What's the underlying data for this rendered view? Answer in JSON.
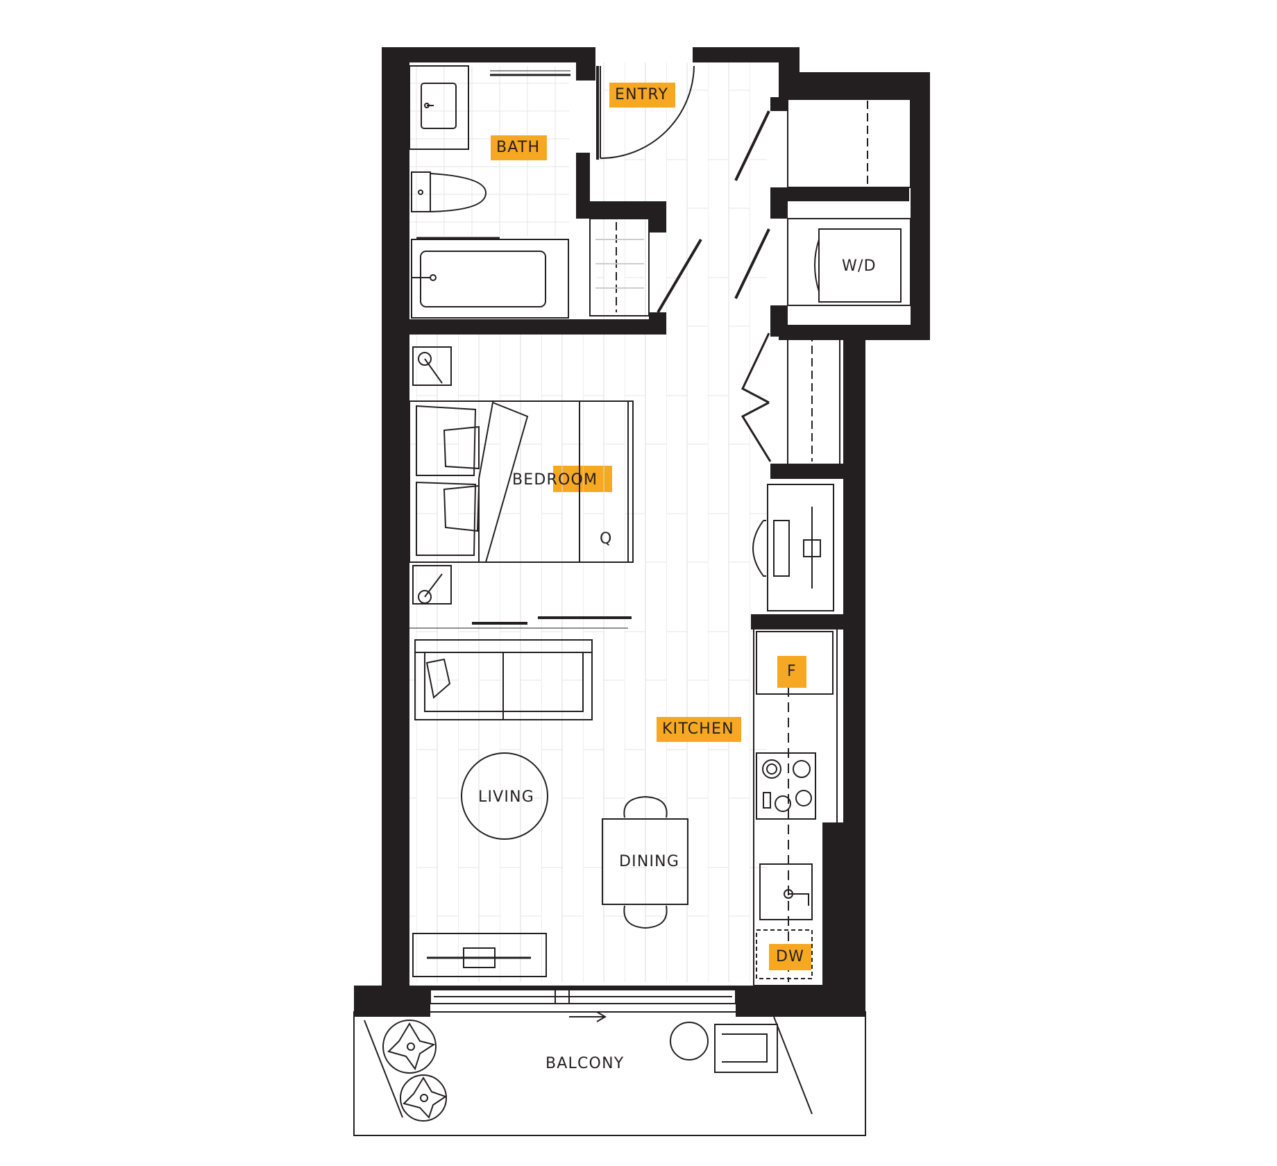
{
  "rooms": {
    "entry": "ENTRY",
    "bath": "BATH",
    "wd": "W/D",
    "bedroom": "BEDROOM",
    "bed_size": "Q",
    "fridge": "F",
    "kitchen": "KITCHEN",
    "living": "LIVING",
    "dining": "DINING",
    "dishwasher": "DW",
    "balcony": "BALCONY"
  },
  "colors": {
    "wall": "#231f20",
    "line": "#231f20",
    "highlight": "#f7a823",
    "floor_pattern": "#d9d9d9"
  }
}
